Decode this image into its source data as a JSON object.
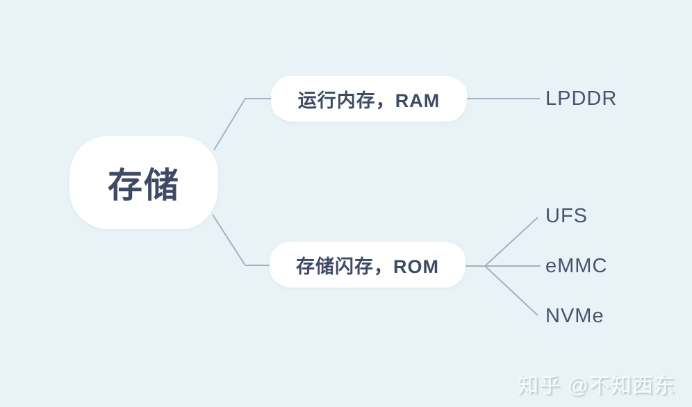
{
  "colors": {
    "background": "#e9f3f7",
    "node_fill": "#ffffff",
    "node_text": "#3e4a63",
    "leaf_text": "#47536c",
    "connector": "#a5b0c0",
    "watermark_text": "#fafbfd"
  },
  "mindmap": {
    "root": {
      "label": "存储"
    },
    "branches": [
      {
        "label": "运行内存，RAM",
        "children": [
          {
            "label": "LPDDR"
          }
        ]
      },
      {
        "label": "存储闪存，ROM",
        "children": [
          {
            "label": "UFS"
          },
          {
            "label": "eMMC"
          },
          {
            "label": "NVMe"
          }
        ]
      }
    ]
  },
  "watermark": {
    "text": "知乎 @不知西东"
  }
}
